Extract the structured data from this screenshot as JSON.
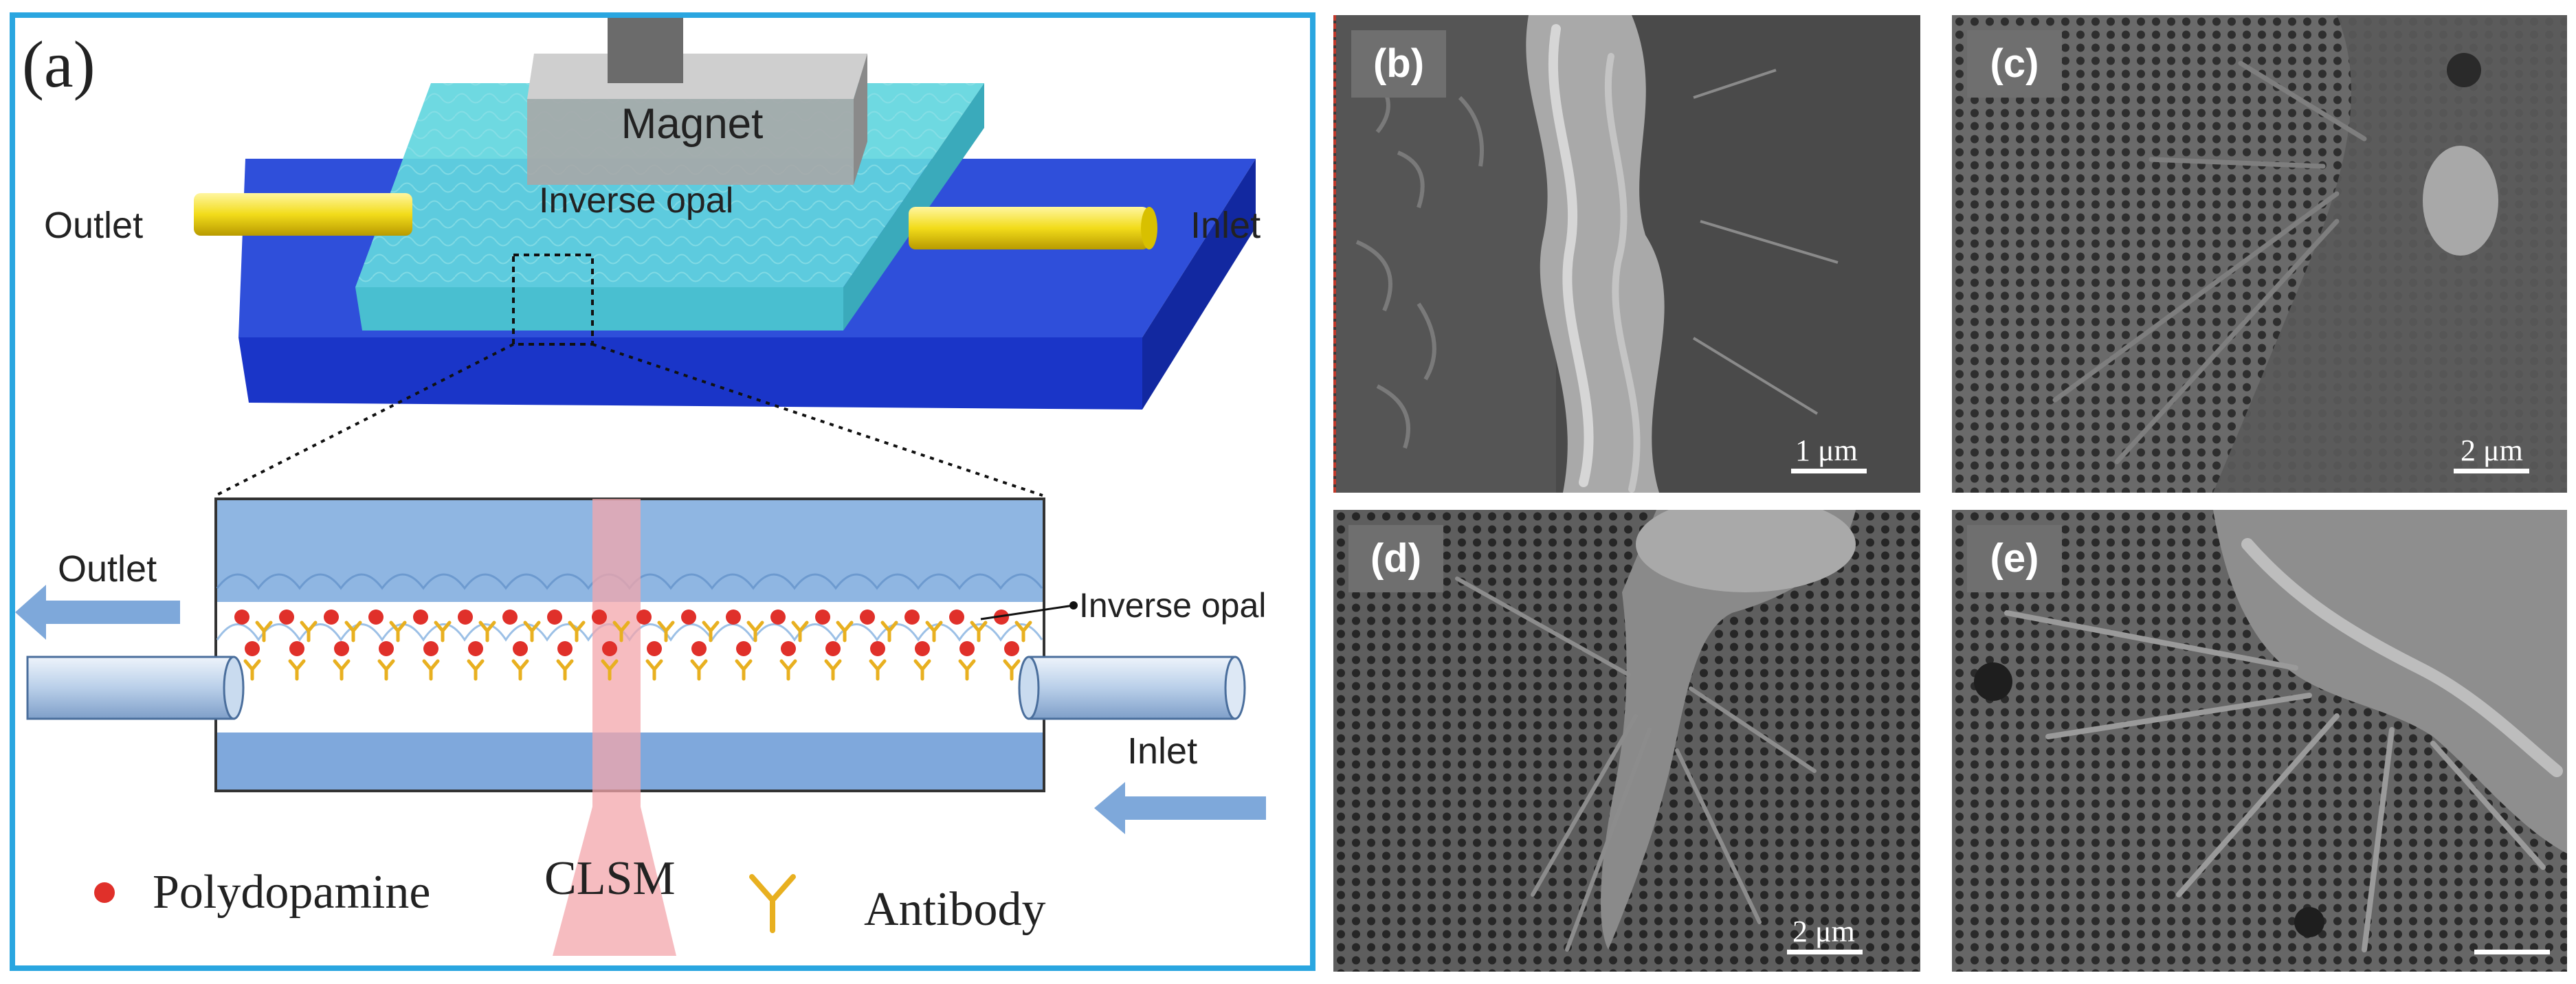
{
  "panel_a": {
    "label": "(a)",
    "magnet": "Magnet",
    "outlet_top": "Outlet",
    "inlet_top": "Inlet",
    "inverse_opal_top": "Inverse opal",
    "outlet_bottom": "Outlet",
    "inlet_bottom": "Inlet",
    "inverse_opal_bottom": "Inverse opal",
    "legend": {
      "polydopamine": "Polydopamine",
      "clsm": "CLSM",
      "antibody": "Antibody"
    }
  },
  "sem_panels": [
    {
      "label": "(b)",
      "scale": "1 μm"
    },
    {
      "label": "(c)",
      "scale": "2 μm"
    },
    {
      "label": "(d)",
      "scale": "2 μm"
    },
    {
      "label": "(e)",
      "scale": ""
    }
  ],
  "colors": {
    "frame_border": "#2aa6e0",
    "chip_blue": "#1d3fd8",
    "cyan_layer": "#5fd3dc",
    "yellow_tube": "#f2dc1a",
    "polydopamine": "#e0302a",
    "antibody": "#e8b020",
    "clsm_beam": "#f3a5ab",
    "channel_blue": "#8fb6e2",
    "flow_arrow": "#7ea8da"
  }
}
